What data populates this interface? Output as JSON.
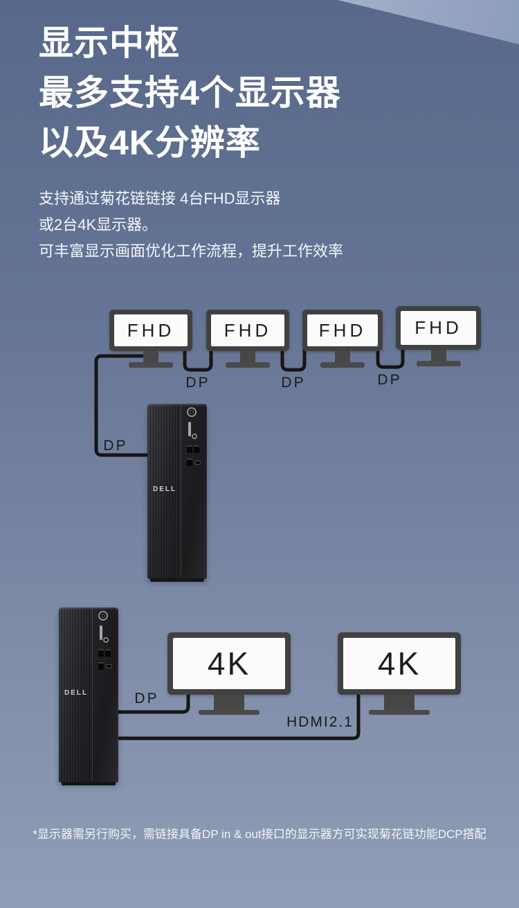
{
  "theme": {
    "background_top": "#57688a",
    "background_bottom": "#8f9db6",
    "corner_accent": "#9cabc7",
    "heading_color": "#ffffff",
    "cable_color": "#161616",
    "cable_label_color": "#1a1a1a"
  },
  "header": {
    "lines": [
      "显示中枢",
      "最多支持4个显示器",
      "以及4K分辨率"
    ]
  },
  "intro": {
    "lines": [
      "支持通过菊花链链接 4台FHD显示器",
      "或2台4K显示器。",
      "可丰富显示画面优化工作流程，提升工作效率"
    ]
  },
  "diagram_fhd": {
    "monitors": [
      {
        "label": "FHD"
      },
      {
        "label": "FHD"
      },
      {
        "label": "FHD"
      },
      {
        "label": "FHD"
      }
    ],
    "chain_labels": [
      "DP",
      "DP",
      "DP"
    ],
    "tower_cable_label": "DP",
    "tower_logo": "DELL"
  },
  "diagram_4k": {
    "monitors": [
      {
        "label": "4K"
      },
      {
        "label": "4K"
      }
    ],
    "dp_cable_label": "DP",
    "hdmi_cable_label": "HDMI2.1",
    "tower_logo": "DELL"
  },
  "footnote": "*显示器需另行购买，需链接具备DP in & out接口的显示器方可实现菊花链功能DCP搭配"
}
